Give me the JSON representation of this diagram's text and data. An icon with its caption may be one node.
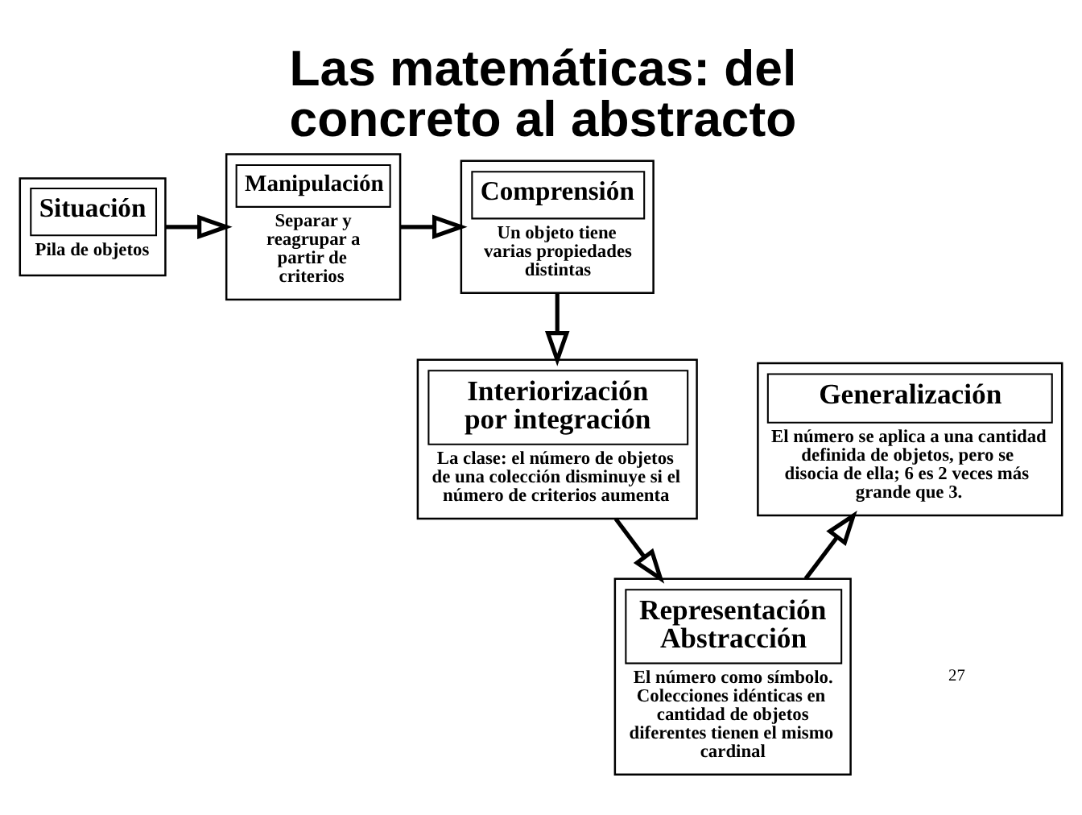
{
  "diagram": {
    "title": "Las matemáticas: del concreto al abstracto",
    "nodes": [
      {
        "text": [
          "Situación",
          "Pila de objetos"
        ]
      },
      {
        "text": [
          "Manipulación",
          "Separar y reagrupar a partir de criterios"
        ]
      },
      {
        "text": [
          "Comprensión",
          "Un objeto tiene varias propiedades distintas"
        ]
      },
      {
        "text": [
          "Interiorización por integración",
          "La clase: el número de objetos de una colección disminuye si el número de criterios aumenta"
        ]
      },
      {
        "text": [
          "Representación Abstracción",
          "El número como símbolo. Colecciones idénticas en cantidad de objetos diferentes tienen el mismo cardinal"
        ]
      },
      {
        "text": [
          "Generalización",
          "El número se aplica a una cantidad definida de objetos, pero se disocia de ella; 6 es 2 veces más grande que 3."
        ]
      }
    ],
    "edges": [
      {
        "from": 0,
        "to": 1,
        "arrow": "to"
      },
      {
        "from": 1,
        "to": 2,
        "arrow": "to"
      },
      {
        "from": 2,
        "to": 3,
        "arrow": "to"
      },
      {
        "from": 3,
        "to": 4,
        "arrow": "to"
      },
      {
        "from": 4,
        "to": 5,
        "arrow": "to"
      }
    ],
    "labels": [
      "27"
    ]
  }
}
